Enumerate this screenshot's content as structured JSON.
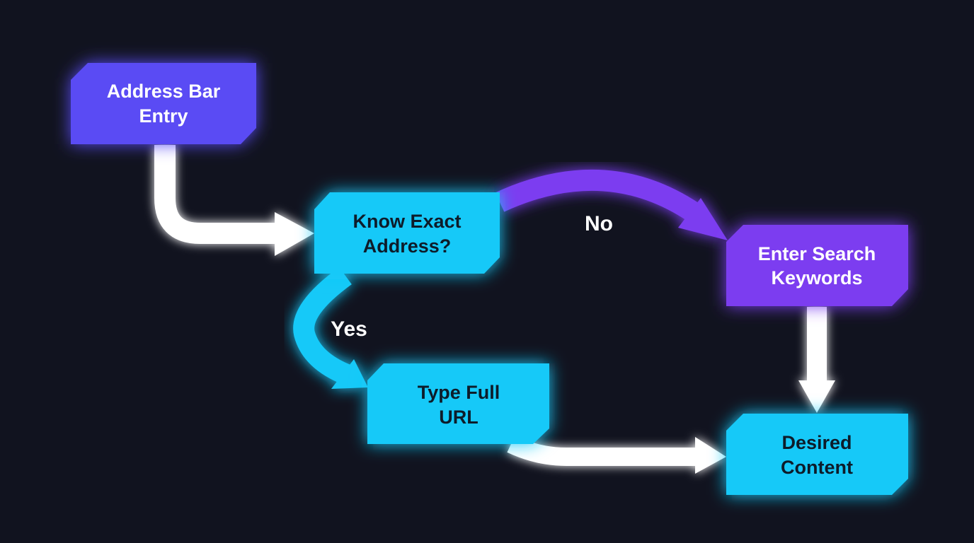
{
  "colors": {
    "background": "#11131f",
    "start_node": "#5a4bf4",
    "decision_node": "#19c9f8",
    "search_node": "#7c3df0",
    "path_default": "#ffffff",
    "path_yes": "#19c9f8",
    "path_no": "#7c3df0"
  },
  "nodes": {
    "address_bar": {
      "line1": "Address Bar",
      "line2": "Entry"
    },
    "know_address": {
      "line1": "Know Exact",
      "line2": "Address?"
    },
    "enter_keywords": {
      "line1": "Enter Search",
      "line2": "Keywords"
    },
    "type_url": {
      "line1": "Type Full",
      "line2": "URL"
    },
    "desired_content": {
      "line1": "Desired",
      "line2": "Content"
    }
  },
  "edges": {
    "no_label": "No",
    "yes_label": "Yes"
  }
}
